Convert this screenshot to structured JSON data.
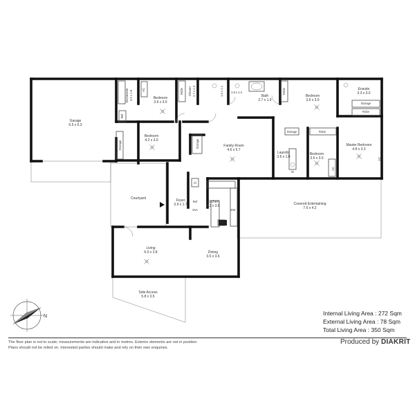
{
  "rooms": {
    "garage": {
      "name": "Garage",
      "size": "6.5 x 6.3"
    },
    "kitchenette": {
      "name": "Kitchenette",
      "size": "3.0 x 1.8"
    },
    "ac1": "AC",
    "bedroom1": {
      "name": "Bedroom",
      "size": "3.6 x 3.0"
    },
    "robe1": "Robe",
    "shower": {
      "name": "Shower",
      "size": "2.7 x 1.3"
    },
    "wc1": "1.6 x 1.1",
    "wc2": "1.8 x 1.4",
    "bath": {
      "name": "Bath",
      "size": "2.7 x 1.9"
    },
    "robe2": "Robe",
    "bedroom2": {
      "name": "Bedroom",
      "size": "3.6 x 3.0"
    },
    "ensuite": {
      "name": "Ensuite",
      "size": "3.3 x 3.0"
    },
    "storage1": "Storage",
    "robe3": "Robe",
    "ref": "Ref",
    "storage2": "Storage",
    "bedroom3": {
      "name": "Bedroom",
      "size": "4.2 x 3.0"
    },
    "storage3": "Storage",
    "family": {
      "name": "Family Room",
      "size": "4.6 x 5.7"
    },
    "storage4": "Storage",
    "laundry": {
      "name": "Laundry",
      "size": "3.6 x 1.8"
    },
    "robe4": "Robe",
    "bedroom4": {
      "name": "Bedroom",
      "size": "3.6 x 3.0"
    },
    "wm": "W",
    "ac2": "AC",
    "master": {
      "name": "Master Bedroom",
      "size": "4.8 x 3.3"
    },
    "ac3": "AC",
    "courtyard": {
      "name": "Courtyard"
    },
    "foyer": {
      "name": "Foyer",
      "size": "3.9 x 1.7"
    },
    "cl": "Cl",
    "ref2": "Ref",
    "oven": "Ovn",
    "kitchen": {
      "name": "Kitchen",
      "size": "4.2 x 3.6"
    },
    "dw": "DW",
    "covered": {
      "name": "Covered Entertaining",
      "size": "7.6 x 4.2"
    },
    "living": {
      "name": "Living",
      "size": "6.0 x 3.8"
    },
    "dining": {
      "name": "Dining",
      "size": "3.6 x 3.6"
    },
    "side": {
      "name": "Side Access",
      "size": "5.8 x 3.5"
    }
  },
  "compass": {
    "label": "N"
  },
  "areas": {
    "internal": "Internal Living Area : 272 Sqm",
    "external": "External Living Area : 78 Sqm",
    "total": "Total Living Area : 350 Sqm"
  },
  "footer": {
    "disclaimer_1": "The floor plan is not to scale; measurements are indicative and in metres. Exterior elements are not in position.",
    "disclaimer_2": "Plans should not be relied on. Interested parties should make and rely on their own enquiries.",
    "produced_by": "Produced by",
    "brand": "DIAKRIT"
  }
}
